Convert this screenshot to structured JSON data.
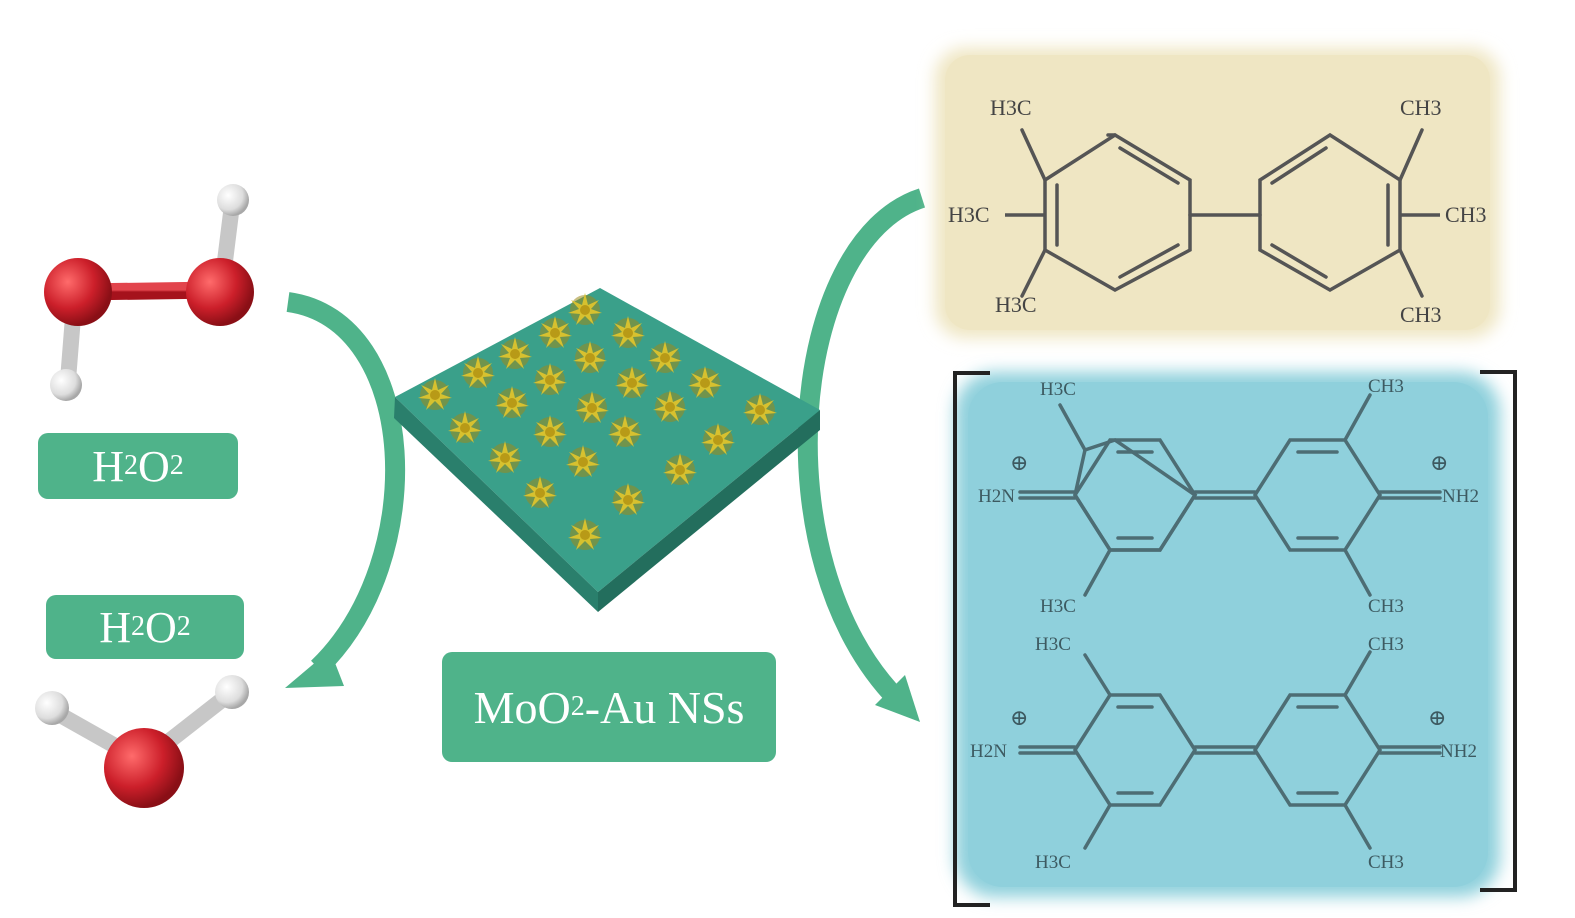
{
  "reactant_label": {
    "main": "H",
    "sub1": "2",
    "mid": "O",
    "sub2": "2"
  },
  "product_label": {
    "main": "H",
    "sub1": "2",
    "mid": "O",
    "sub2": "2"
  },
  "catalyst_label": {
    "pre": "MoO",
    "sub": "2",
    "post": "-Au NSs"
  },
  "tmb": {
    "methyl_top_left": "H3C",
    "methyl_mid_left": "H3C",
    "methyl_bot_left": "H3C",
    "methyl_top_right": "CH3",
    "methyl_mid_right": "CH3",
    "methyl_bot_right": "CH3"
  },
  "oxtmb": {
    "charge": "⊕",
    "left_amine": "H2N",
    "right_amine": "NH2",
    "methyl_left": "H3C",
    "methyl_right": "CH3"
  },
  "colors": {
    "arrow_green": "#4fb38a",
    "label_green": "#4fb38a",
    "tmb_bg": "#efe6c3",
    "oxtmb_bg": "#8fd0dc",
    "oxygen_red": "#cc1f2a",
    "hydrogen_white": "#eeeeee",
    "substrate_teal": "#3aa08a",
    "gold_flower": "#c8b12a"
  }
}
